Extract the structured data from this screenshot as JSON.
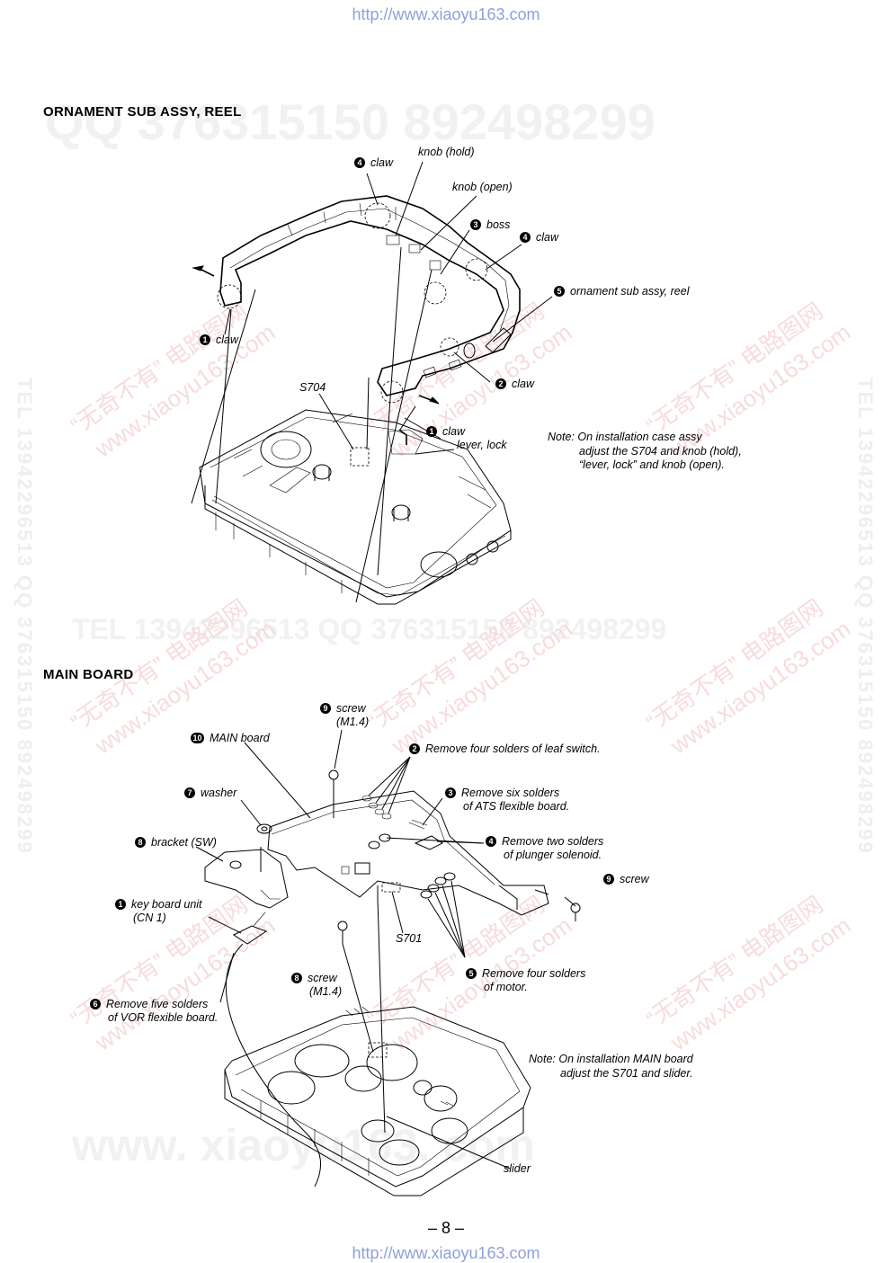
{
  "header_url": "http://www.xiaoyu163.com",
  "footer_url": "http://www.xiaoyu163.com",
  "page_number": "– 8 –",
  "watermarks": {
    "qq_line": "QQ 376315150    892498299",
    "tel_line": "TEL 13942296513    QQ 376315150    892498299",
    "www_line": "www. xiaoyu163. com",
    "cn_text": "“无奇不有” 电路图网",
    "cn_url": "www.xiaoyu163.com",
    "side_text": "TEL 13942296513  QQ 376315150  892498299"
  },
  "section1": {
    "title": "ORNAMENT  SUB  ASSY,  REEL",
    "labels": {
      "claw4a": {
        "num": "4",
        "text": "claw"
      },
      "knob_hold": {
        "text": "knob (hold)"
      },
      "knob_open": {
        "text": "knob (open)"
      },
      "boss": {
        "num": "3",
        "text": "boss"
      },
      "claw4b": {
        "num": "4",
        "text": "claw"
      },
      "ornament": {
        "num": "5",
        "text": "ornament sub assy, reel"
      },
      "claw1a": {
        "num": "1",
        "text": "claw"
      },
      "s704": {
        "text": "S704"
      },
      "claw2": {
        "num": "2",
        "text": "claw"
      },
      "claw1b": {
        "num": "1",
        "text": "claw"
      },
      "lever_lock": {
        "text": "lever, lock"
      }
    },
    "note": {
      "line1": "Note: On installation case assy",
      "line2": "adjust the S704 and knob (hold),",
      "line3": "“lever, lock” and knob (open)."
    }
  },
  "section2": {
    "title": "MAIN  BOARD",
    "labels": {
      "screw9a": {
        "num": "9",
        "text": "screw",
        "sub": "(M1.4)"
      },
      "main_board": {
        "num": "10",
        "text": "MAIN board"
      },
      "solder2": {
        "num": "2",
        "text": "Remove four solders of leaf switch."
      },
      "washer": {
        "num": "7",
        "text": "washer"
      },
      "solder3": {
        "num": "3",
        "text": "Remove six solders",
        "sub": "of ATS flexible board."
      },
      "bracket": {
        "num": "8",
        "text": "bracket (SW)"
      },
      "solder4": {
        "num": "4",
        "text": "Remove two solders",
        "sub": "of plunger solenoid."
      },
      "screw9b": {
        "num": "9",
        "text": "screw"
      },
      "keyboard": {
        "num": "1",
        "text": "key board unit",
        "sub": "(CN 1)"
      },
      "s701": {
        "text": "S701"
      },
      "screw8": {
        "num": "8",
        "text": "screw",
        "sub": "(M1.4)"
      },
      "solder5": {
        "num": "5",
        "text": "Remove four solders",
        "sub": "of motor."
      },
      "solder6": {
        "num": "6",
        "text": "Remove five solders",
        "sub": "of VOR flexible board."
      },
      "slider": {
        "text": "slider"
      }
    },
    "note": {
      "line1": "Note: On installation MAIN board",
      "line2": "adjust the S701 and slider."
    }
  }
}
